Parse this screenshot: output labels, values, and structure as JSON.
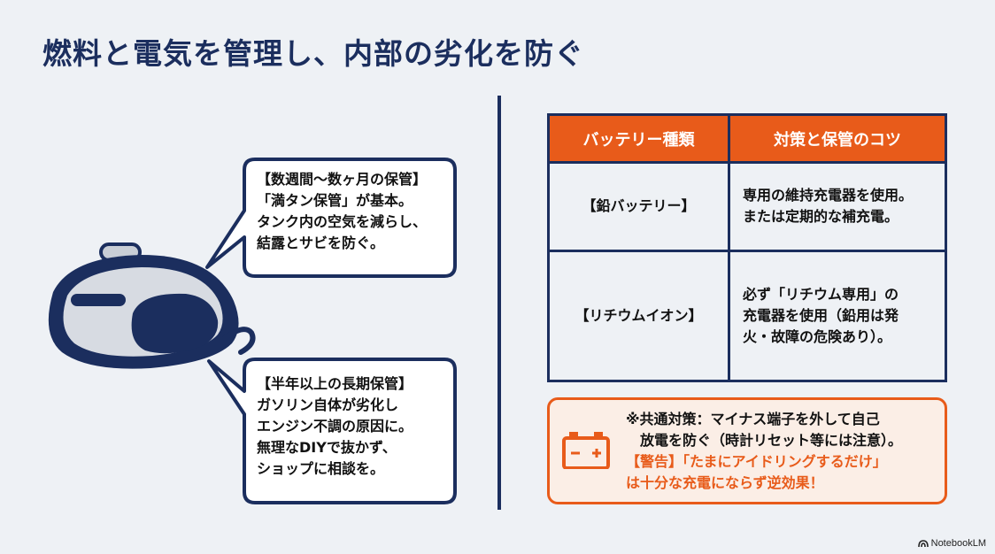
{
  "title": "燃料と電気を管理し、内部の劣化を防ぐ",
  "fuel_notes": {
    "short_term": [
      "【数週間〜数ヶ月の保管】",
      "「満タン保管」が基本。",
      "タンク内の空気を減らし、",
      "結露とサビを防ぐ。"
    ],
    "long_term": [
      "【半年以上の長期保管】",
      "ガソリン自体が劣化し",
      "エンジン不調の原因に。",
      "無理なDIYで抜かず、",
      "ショップに相談を。"
    ]
  },
  "battery_table": {
    "headers": [
      "バッテリー種類",
      "対策と保管のコツ"
    ],
    "rows": [
      {
        "type": "【鉛バッテリー】",
        "tips": [
          "専用の維持充電器を使用。",
          "または定期的な補充電。"
        ]
      },
      {
        "type": "【リチウムイオン】",
        "tips": [
          "必ず「リチウム専用」の",
          "充電器を使用（鉛用は発",
          "火・故障の危険あり）。"
        ]
      }
    ]
  },
  "notice": {
    "common_line1": "※共通対策：マイナス端子を外して自己",
    "common_line2": "放電を防ぐ（時計リセット等には注意）。",
    "warning_line1": "【警告】「たまにアイドリングするだけ」",
    "warning_line2": "は十分な充電にならず逆効果！"
  },
  "icons": {
    "tank": "fuel-tank-icon",
    "battery": "car-battery-icon"
  },
  "colors": {
    "navy": "#1b2e5e",
    "orange": "#e85b1a",
    "background": "#eef1f5"
  },
  "brand": "NotebookLM"
}
